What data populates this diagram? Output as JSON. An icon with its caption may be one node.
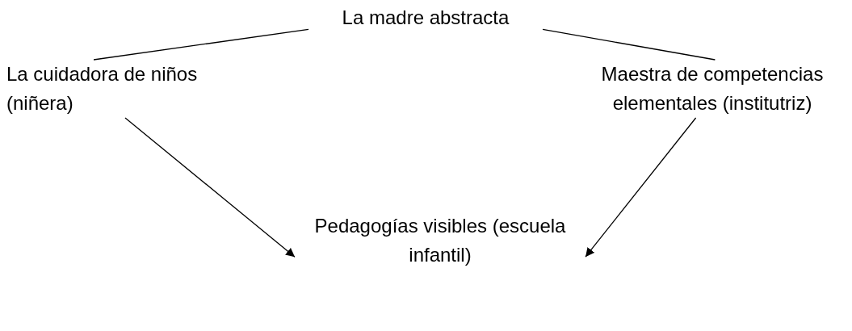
{
  "diagram": {
    "nodes": [
      {
        "text": [
          "La madre abstracta"
        ]
      },
      {
        "text": [
          "La cuidadora de niños (niñera)"
        ]
      },
      {
        "text": [
          "Maestra de competencias elementales (institutriz)"
        ]
      },
      {
        "text": [
          "Pedagogías visibles (escuela infantil)"
        ]
      }
    ],
    "edges": [
      {
        "from": 0,
        "to": 1,
        "arrow": "none"
      },
      {
        "from": 0,
        "to": 2,
        "arrow": "none"
      },
      {
        "from": 1,
        "to": 3,
        "arrow": "to"
      },
      {
        "from": 2,
        "to": 3,
        "arrow": "to"
      }
    ]
  }
}
